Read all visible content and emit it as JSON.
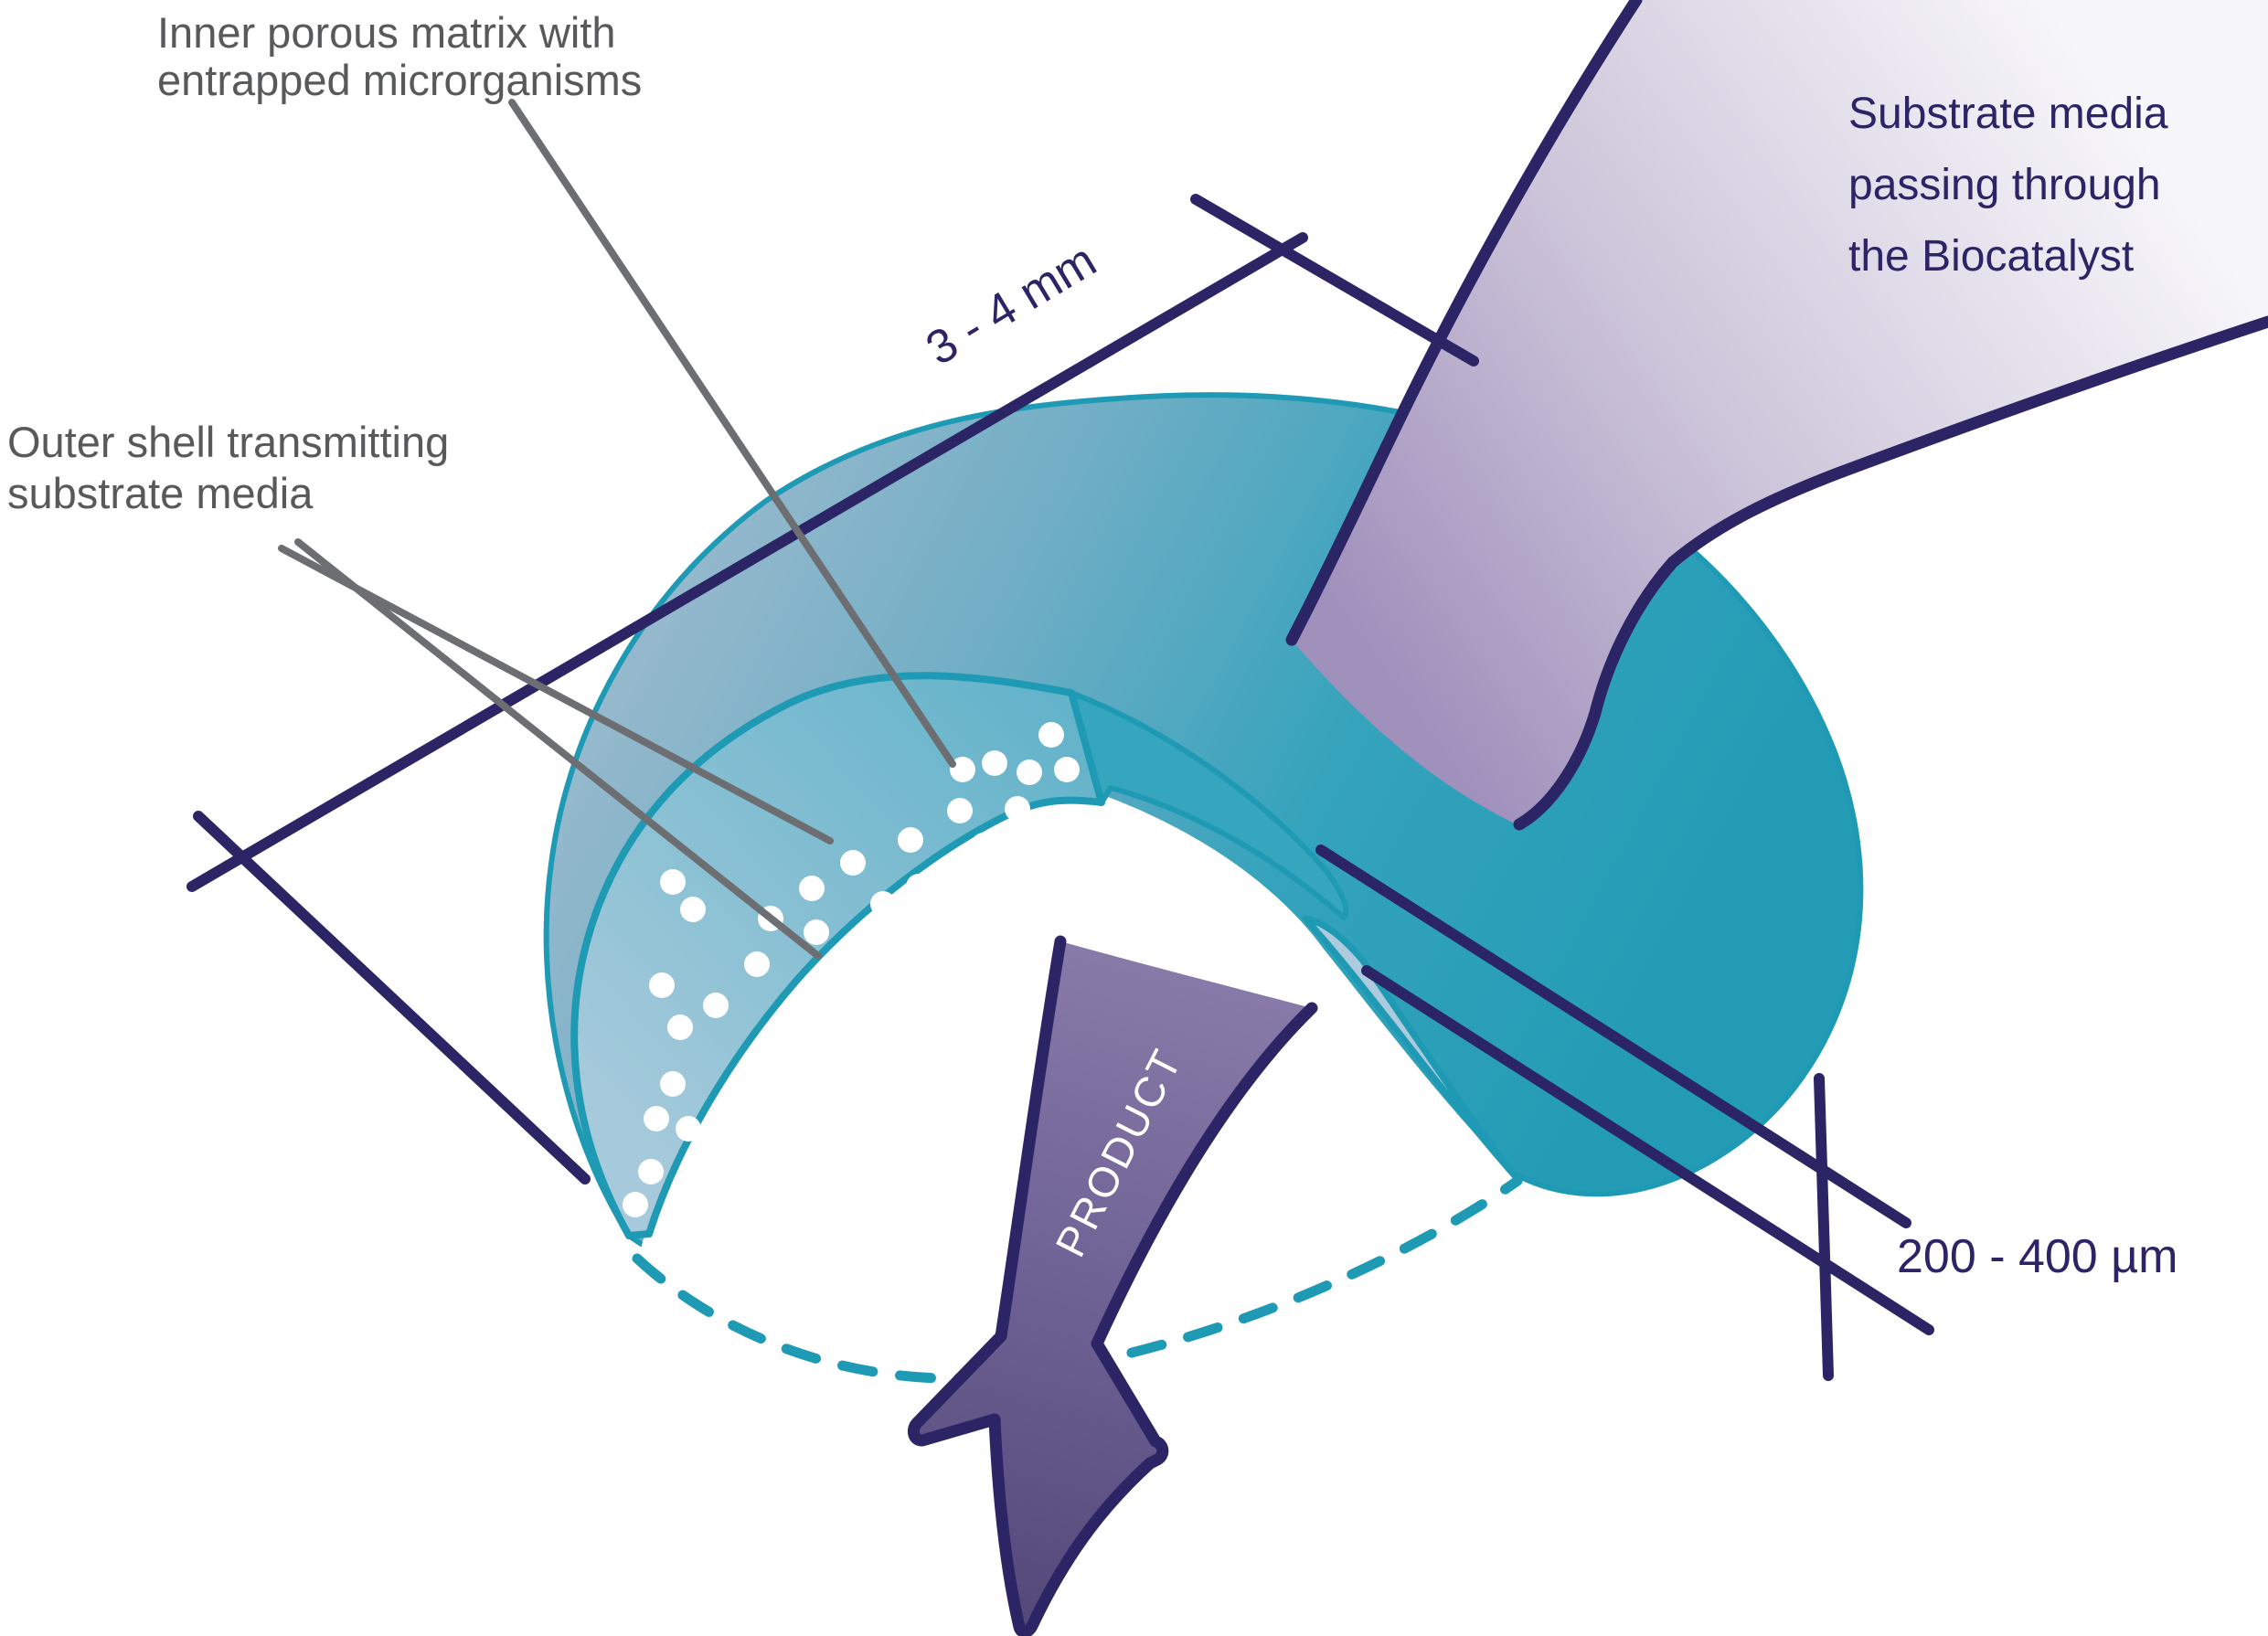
{
  "diagram": {
    "type": "biocatalyst-bead-cutaway",
    "labels": {
      "inner_matrix_line1": "Inner porous matrix with",
      "inner_matrix_line2": "entrapped microrganisms",
      "outer_shell_line1": "Outer shell transmitting",
      "outer_shell_line2": "substrate media",
      "substrate_line1": "Substrate media",
      "substrate_line2": "passing through",
      "substrate_line3": "the Biocatalyst",
      "dimension_diameter": "3 - 4 mm",
      "dimension_shell_thickness": "200 - 400 µm",
      "product_arrow": "PRODUCT"
    },
    "colors": {
      "navy_outline": "#2b2566",
      "navy_text": "#2b2467",
      "teal_body": "#2aa0ba",
      "teal_stroke": "#1f9ab5",
      "band_light_blue": "#8fc0d4",
      "crescent_pale_blue": "#aecbdd",
      "lavender_ribbon": "#b7abcb",
      "purple_arrow": "#6f6295",
      "gray_label_text": "#58595b",
      "gray_leader_line": "#6d6e71",
      "dot_white": "#ffffff"
    }
  }
}
